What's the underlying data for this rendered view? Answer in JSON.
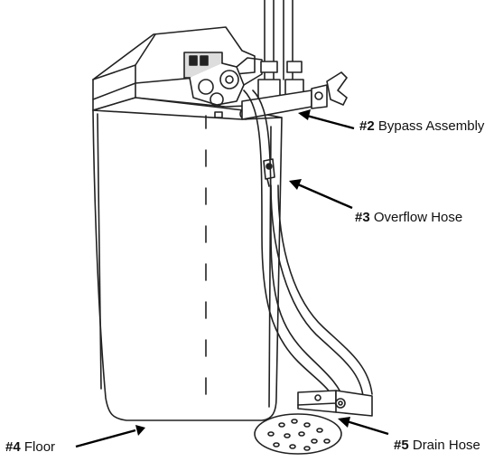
{
  "labels": {
    "bypass": {
      "num": "#2",
      "text": "Bypass Assembly"
    },
    "overflow": {
      "num": "#3",
      "text": "Overflow Hose"
    },
    "floor": {
      "num": "#4",
      "text": "Floor"
    },
    "drain": {
      "num": "#5",
      "text": "Drain Hose"
    }
  },
  "colors": {
    "line": "#222222",
    "tank_fill": "#ffffff",
    "arrow": "#000000"
  }
}
